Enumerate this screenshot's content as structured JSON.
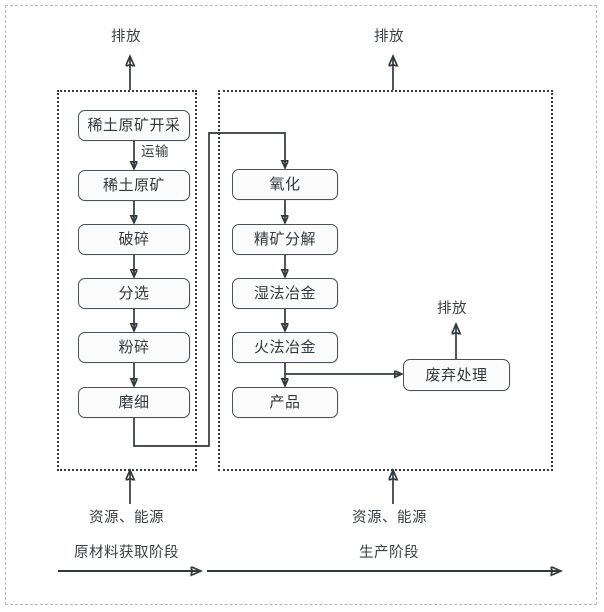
{
  "diagram": {
    "type": "flowchart",
    "title_present": false,
    "stages": [
      {
        "id": "raw-material-stage",
        "label": "原材料获取阶段",
        "input_label": "资源、能源",
        "emission_label": "排放"
      },
      {
        "id": "production-stage",
        "label": "生产阶段",
        "input_label": "资源、能源",
        "emission_label": "排放"
      }
    ],
    "left_column_nodes": [
      {
        "id": "rare-earth-mining",
        "label": "稀土原矿开采"
      },
      {
        "id": "rare-earth-ore",
        "label": "稀土原矿"
      },
      {
        "id": "crushing",
        "label": "破碎"
      },
      {
        "id": "sorting",
        "label": "分选"
      },
      {
        "id": "pulverizing",
        "label": "粉碎"
      },
      {
        "id": "grinding",
        "label": "磨细"
      }
    ],
    "middle_column_nodes": [
      {
        "id": "oxidation",
        "label": "氧化"
      },
      {
        "id": "concentrate-decomposition",
        "label": "精矿分解"
      },
      {
        "id": "hydrometallurgy",
        "label": "湿法冶金"
      },
      {
        "id": "pyrometallurgy",
        "label": "火法冶金"
      },
      {
        "id": "product",
        "label": "产品"
      }
    ],
    "right_column_nodes": [
      {
        "id": "waste-treatment",
        "label": "废弃处理"
      }
    ],
    "edge_labels": [
      {
        "id": "transport",
        "label": "运输"
      }
    ],
    "waste_emission_label": "排放",
    "colors": {
      "node_border": "#4a5159",
      "node_fill": "#fbfbfb",
      "text": "#33383d",
      "edge": "#33383d",
      "stage_border": "#3a3a3a",
      "page_border": "#b8b8b8",
      "background": "#ffffff"
    }
  }
}
